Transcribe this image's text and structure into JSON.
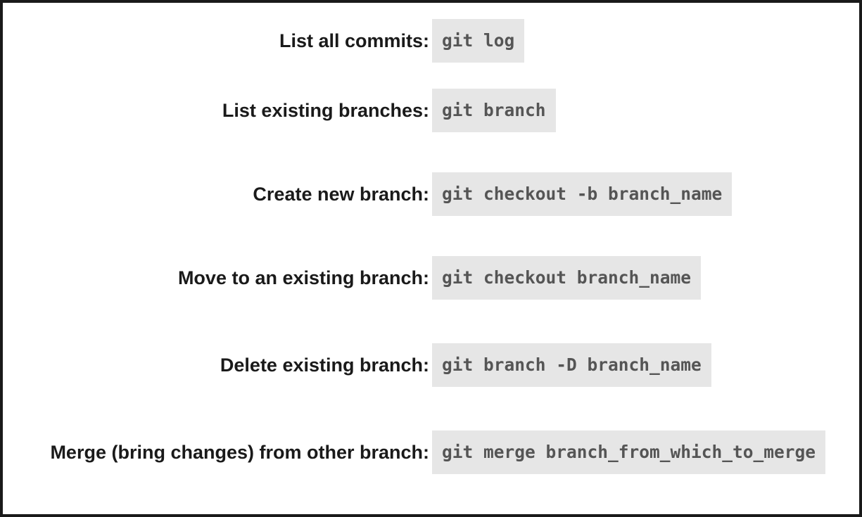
{
  "rows": [
    {
      "label": "List all commits:",
      "command": "git log"
    },
    {
      "label": "List existing branches:",
      "command": "git branch"
    },
    {
      "label": "Create new branch:",
      "command": "git checkout -b branch_name"
    },
    {
      "label": "Move to an existing branch:",
      "command": "git checkout branch_name"
    },
    {
      "label": "Delete existing branch:",
      "command": "git branch -D branch_name"
    },
    {
      "label": "Merge (bring changes) from other branch:",
      "command": "git merge branch_from_which_to_merge"
    }
  ],
  "colors": {
    "border": "#1a1a1a",
    "label_text": "#1a1a1a",
    "command_background": "#e6e6e6",
    "command_text": "#555555"
  }
}
